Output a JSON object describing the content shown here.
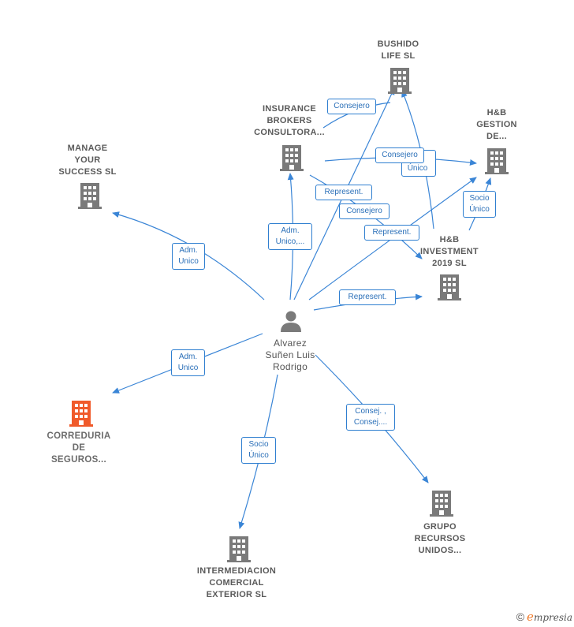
{
  "nodes": {
    "bushido": "BUSHIDO\nLIFE  SL",
    "insurance": "INSURANCE\nBROKERS\nCONSULTORA...",
    "hb_gestion": "H&B\nGESTION\nDE...",
    "manage": "MANAGE\nYOUR\nSUCCESS  SL",
    "hb_investment": "H&B\nINVESTMENT\n2019  SL",
    "person": "Alvarez\nSuñen Luis\nRodrigo",
    "correduria": "CORREDURIA\nDE\nSEGUROS...",
    "grupo": "GRUPO\nRECURSOS\nUNIDOS...",
    "intermediacion": "INTERMEDIACION\nCOMERCIAL\nEXTERIOR  SL"
  },
  "edge_labels": {
    "consejero_ins_bushido": "Consejero",
    "consejero_ins_hbg": "Consejero",
    "socio_unico_hbg_partial": "o\nÚnico",
    "represent_1": "Represent.",
    "consejero_person_hbg": "Consejero",
    "represent_2": "Represent.",
    "socio_unico_hbi_hbg": "Socio\nÚnico",
    "adm_unico_ins": "Adm.\nUnico,...",
    "adm_unico_manage": "Adm.\nUnico",
    "represent_hbi": "Represent.",
    "adm_unico_corr": "Adm.\nUnico",
    "consej_grupo": "Consej. ,\nConsej....",
    "socio_unico_inter": "Socio\nÚnico"
  },
  "colors": {
    "edge": "#3a85d6",
    "building": "#7a7a7a",
    "building_highlight": "#f05a2a",
    "person": "#7a7a7a"
  },
  "footer": {
    "copyright": "©",
    "brand_initial": "e",
    "brand_rest": "mpresia"
  }
}
